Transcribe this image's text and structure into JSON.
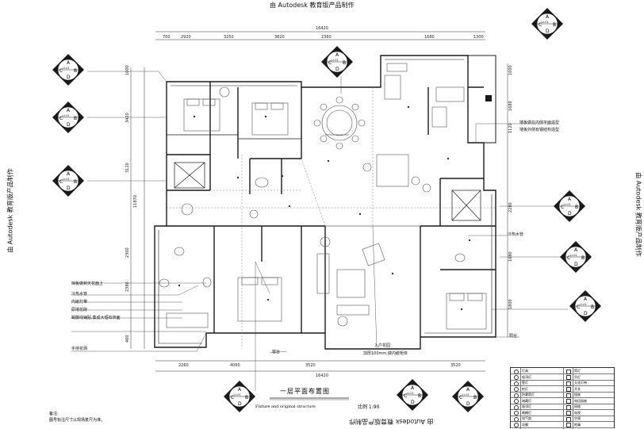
{
  "watermark": "由 Autodesk 教育版产品制作",
  "drawing": {
    "title": "一层平面布置图",
    "subtitle": "Fixture and original structure",
    "scale": "比例 1:90",
    "notes_title": "备注:",
    "notes_line": "图号标注尺寸以现场复尺为准。"
  },
  "dimensions": {
    "top_total": "16420",
    "top": [
      "700",
      "2920",
      "3250",
      "3820",
      "2360",
      "1680",
      "1300"
    ],
    "bottom_total": "16420",
    "bottom": [
      "2260",
      "4060",
      "3520",
      "3520"
    ],
    "left": [
      "1000",
      "3420",
      "3120",
      "11870",
      "2300",
      "2380",
      "400"
    ],
    "right": [
      "1000",
      "1680",
      "1120",
      "2280",
      "1680",
      "1800"
    ]
  },
  "annotations": {
    "left": [
      "挡板做到天花面上",
      "冷热水管",
      "内嵌灯带",
      "原墙花砖",
      "踢脚线铺贴,集成大理石饰面",
      "手持花洒"
    ],
    "right": [
      "墙板做在内侧平面造型",
      "墙板外侧有钢结构造型",
      "冷热水管",
      "阳台"
    ],
    "bottom": [
      "窗台",
      "入户花园",
      "加厚100mm,做内嵌柜体"
    ]
  },
  "legend": {
    "rows": [
      {
        "left": "灯具",
        "right": "筒灯"
      },
      {
        "left": "吸顶灯",
        "right": "吊灯"
      },
      {
        "left": "壁灯",
        "right": "天花灯带"
      },
      {
        "left": "射灯",
        "right": "开关"
      },
      {
        "left": "防雾筒灯",
        "right": "插座"
      },
      {
        "left": "暗藏灯",
        "right": "电话插座"
      },
      {
        "left": "吸顶灯",
        "right": "网络"
      },
      {
        "left": "格栅灯",
        "right": "电视"
      },
      {
        "left": "排气扇",
        "right": "空调"
      },
      {
        "left": "浴霸",
        "right": "地漏"
      }
    ]
  },
  "index_symbol": {
    "top": "A",
    "left": "C",
    "right": "B",
    "bottom": "D",
    "ref": "LI-01"
  },
  "colors": {
    "line": "#1a1a1a",
    "dim": "#333333",
    "furniture": "#555555"
  }
}
